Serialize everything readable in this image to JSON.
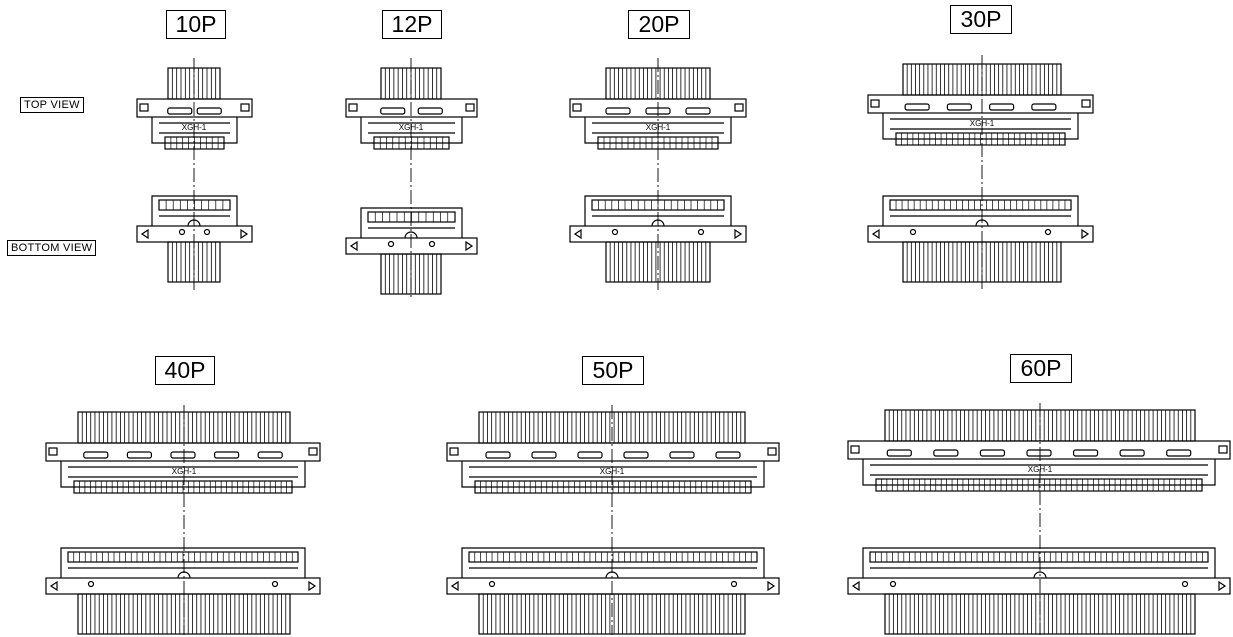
{
  "view_labels": {
    "top": "TOP VIEW",
    "bottom": "BOTTOM VIEW"
  },
  "part_marking": "XGH-1",
  "connectors": [
    {
      "label": "10P",
      "pins": 10
    },
    {
      "label": "12P",
      "pins": 12
    },
    {
      "label": "20P",
      "pins": 20
    },
    {
      "label": "30P",
      "pins": 30
    },
    {
      "label": "40P",
      "pins": 40
    },
    {
      "label": "50P",
      "pins": 50
    },
    {
      "label": "60P",
      "pins": 60
    }
  ]
}
